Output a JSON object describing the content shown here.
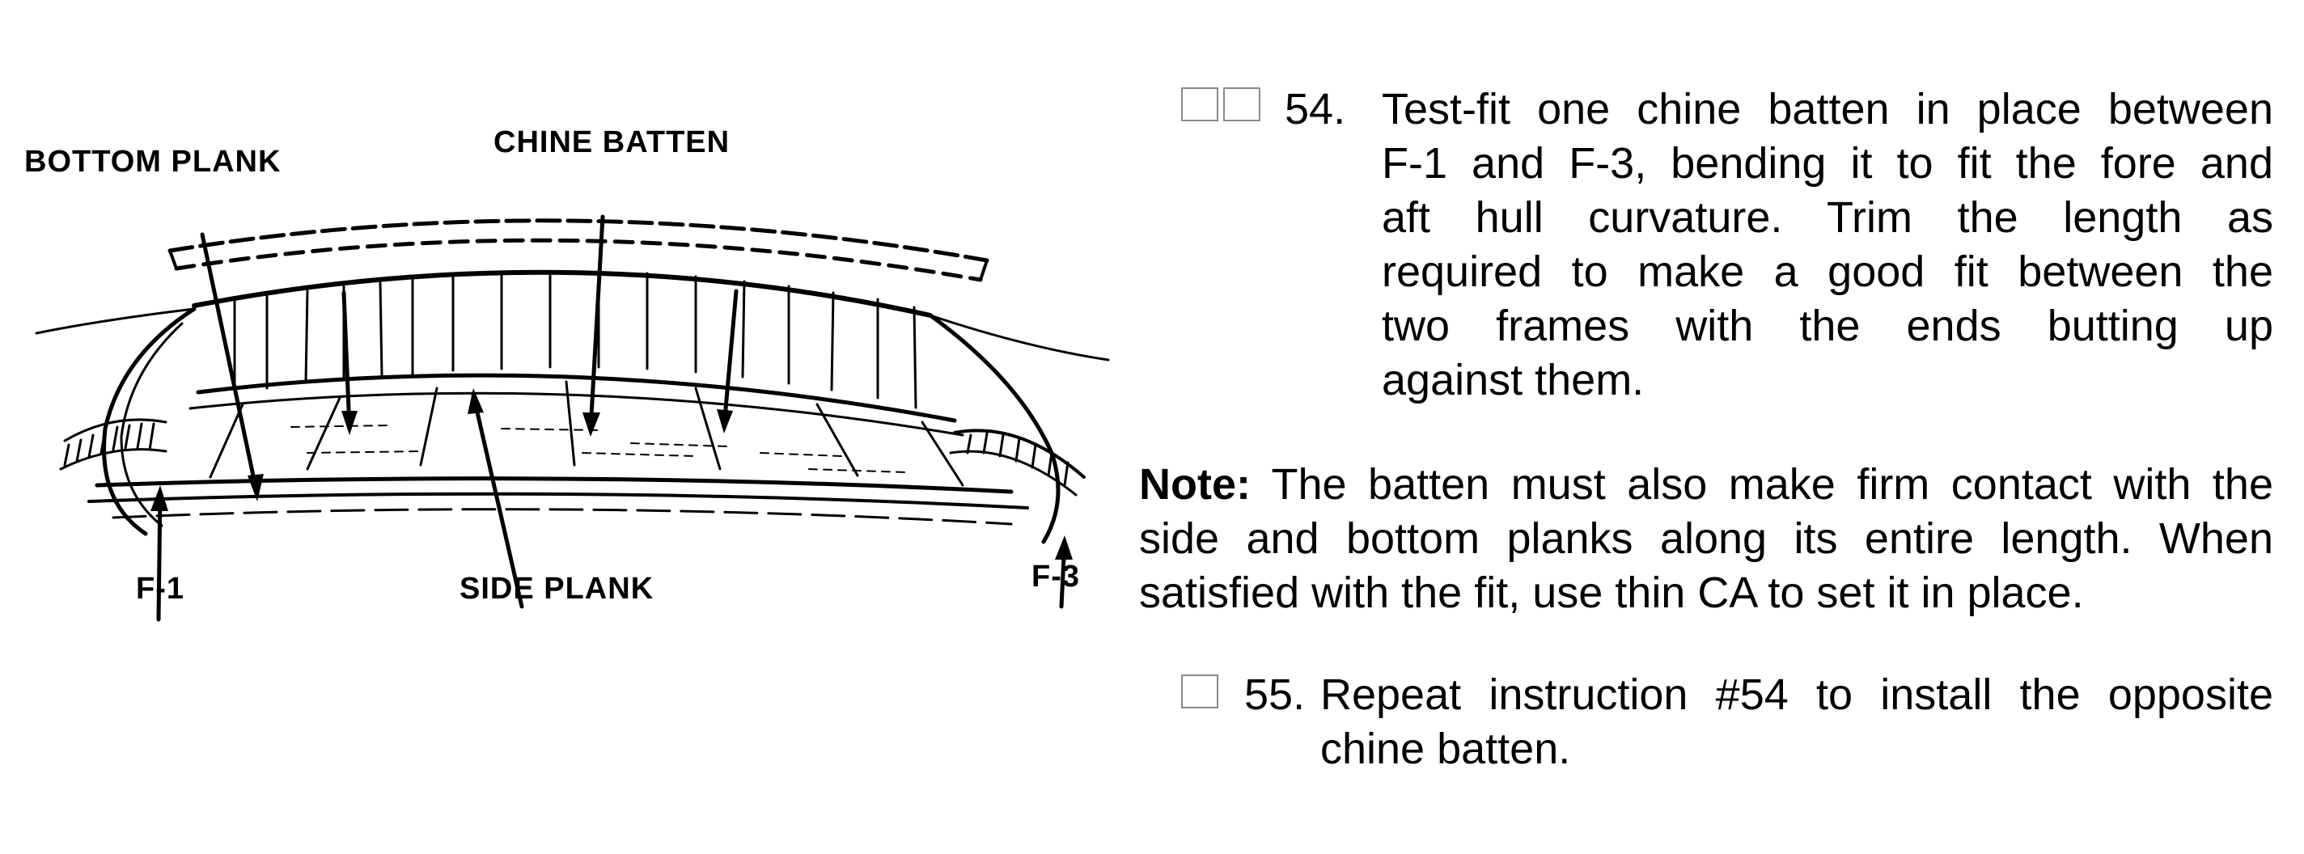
{
  "figure": {
    "labels": {
      "bottom_plank": "BOTTOM PLANK",
      "chine_batten": "CHINE BATTEN",
      "side_plank": "SIDE PLANK",
      "f1": "F-1",
      "f3": "F-3"
    }
  },
  "step54": {
    "number": "54.",
    "lines": [
      "Test-fit one chine batten in place between",
      "F-1 and F-3, bending it to fit the fore and",
      "aft hull curvature. Trim the length as",
      "required to make a good fit between the",
      "two frames with the ends butting up",
      "against them."
    ]
  },
  "note": {
    "label": "Note:",
    "lines": [
      " The batten must also make firm contact with the",
      "side and bottom planks along its entire length. When",
      "satisfied with the fit, use thin CA to set it in place."
    ]
  },
  "step55": {
    "number": "55.",
    "lines": [
      "Repeat instruction #54 to install the opposite",
      "chine batten."
    ]
  }
}
